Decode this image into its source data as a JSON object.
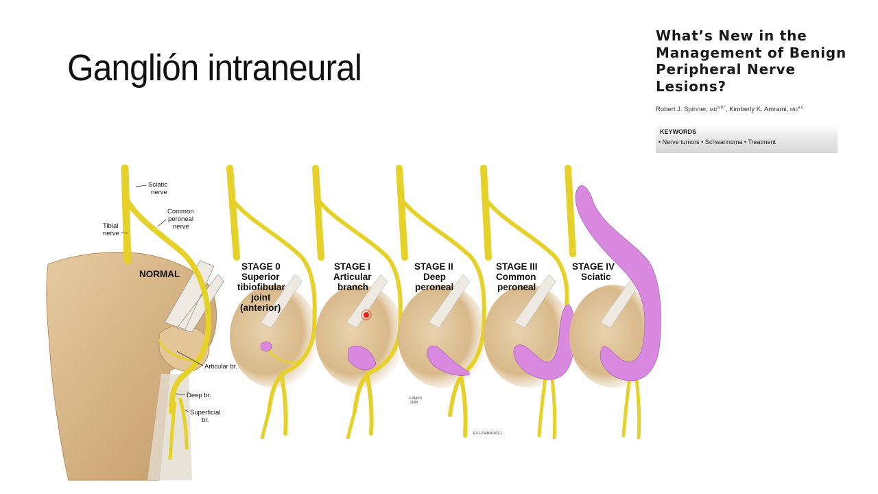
{
  "slide": {
    "title": "Ganglión intraneural"
  },
  "paper": {
    "title_lines": [
      "What’s New in the",
      "Management of Benign",
      "Peripheral Nerve",
      "Lesions?"
    ],
    "author1_name": "Robert J. Spinner, ",
    "author1_degree": "MD",
    "author1_affil": "a,b,",
    "author1_mark": "*",
    "separator": ", ",
    "author2_name": "Kimberly K. Amrami, ",
    "author2_degree": "MD",
    "author2_affil": "a,c"
  },
  "keywords": {
    "title": "KEYWORDS",
    "list": "• Nerve tumors • Schwannoma • Treatment"
  },
  "figure": {
    "normal_panel": {
      "label": "NORMAL",
      "sciatic_lines": [
        "Sciatic",
        "nerve"
      ],
      "common_peroneal_lines": [
        "Common",
        "peroneal",
        "nerve"
      ],
      "tibial_lines": [
        "Tibial",
        "nerve"
      ],
      "articular": "Articular br.",
      "deep": "Deep br.",
      "superficial_lines": [
        "Superficial",
        "br."
      ]
    },
    "stages": [
      {
        "id": "stage-0",
        "lines": [
          "STAGE 0",
          "Superior",
          "tibiofibular",
          "joint",
          "(anterior)"
        ]
      },
      {
        "id": "stage-1",
        "lines": [
          "STAGE I",
          "Articular",
          "branch"
        ]
      },
      {
        "id": "stage-2",
        "lines": [
          "STAGE II",
          "Deep",
          "peroneal"
        ]
      },
      {
        "id": "stage-3",
        "lines": [
          "STAGE III",
          "Common",
          "peroneal"
        ]
      },
      {
        "id": "stage-4",
        "lines": [
          "STAGE IV",
          "Sciatic"
        ]
      }
    ],
    "copyright_lines": [
      "© MAYO",
      "2008"
    ],
    "figure_id": "EU 1234804-001-1"
  },
  "colors": {
    "nerve": "#e6d12a",
    "nerve_edge": "#b9a31a",
    "cyst": "#d98ae0",
    "cyst_edge": "#a95fb5",
    "bone": "#d9b98b",
    "bone_dark": "#b58d5c",
    "pointer": "#e0201a"
  }
}
